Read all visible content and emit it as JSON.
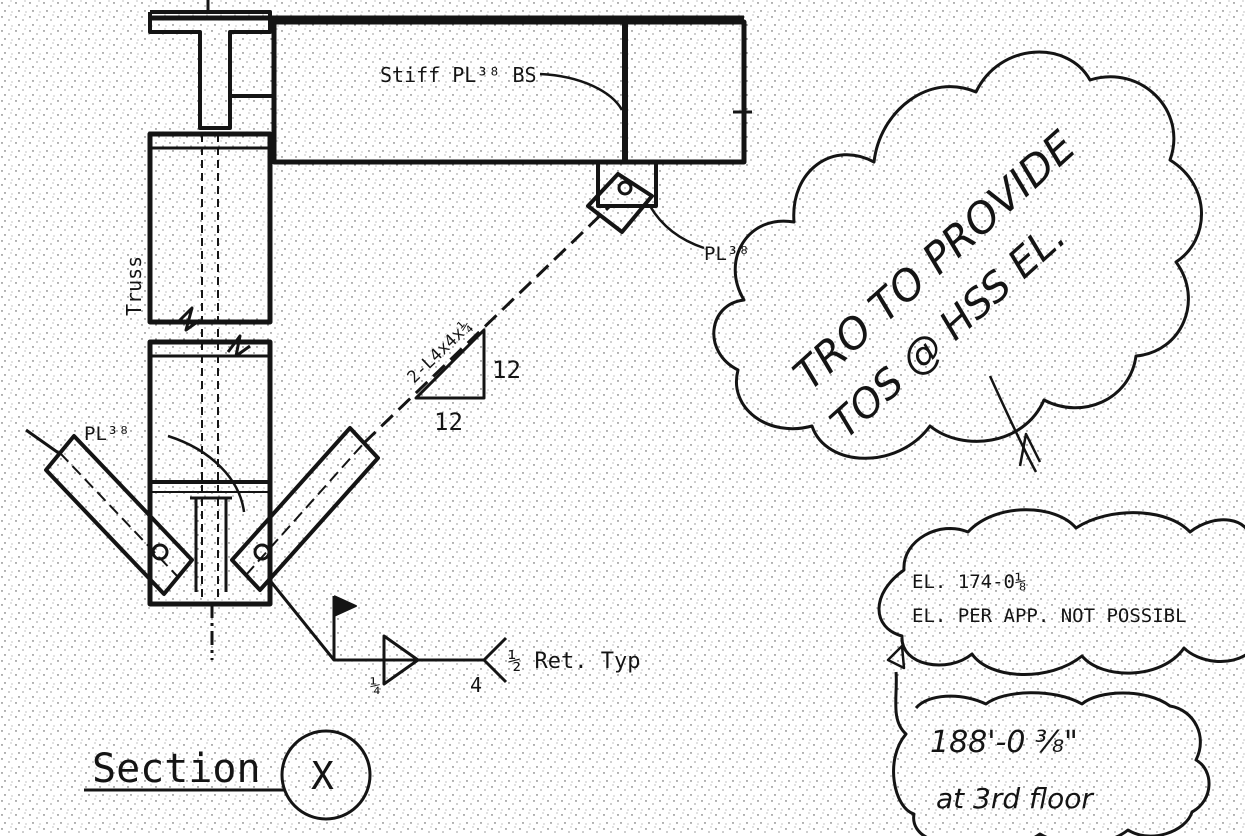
{
  "labels": {
    "stiffener": "Stiff PL³⁸ BS",
    "plate_top": "PL³⁸",
    "truss": "Truss",
    "angle": "2-L4x4x¼",
    "slope_rise": "12",
    "slope_run": "12",
    "plate_left": "PL³⁸",
    "weld_left": "¼",
    "weld_right": "4",
    "weld_note": "½ Ret. Typ",
    "section_word": "Section",
    "section_mark": "X"
  },
  "notes": {
    "cloud_big_line1": "TRO TO PROVIDE",
    "cloud_big_line2": "TOS @ HSS EL.",
    "cloud_mid_line1": "EL. 174-0⅛",
    "cloud_mid_line2": "EL. PER APP. NOT POSSIBL",
    "cloud_small_line1": "188'-0 ³⁄₈\"",
    "cloud_small_line2": "at 3rd floor"
  }
}
